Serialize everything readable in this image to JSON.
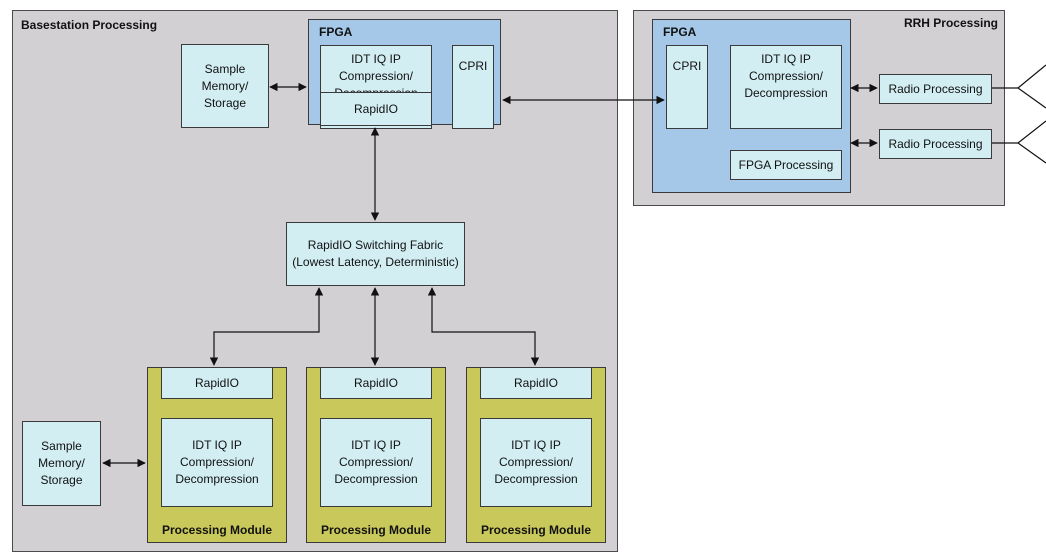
{
  "basestation": {
    "title": "Basestation Processing",
    "fpga": {
      "title": "FPGA",
      "iq": "IDT IQ IP\nCompression/\nDecompression",
      "cpri": "CPRI",
      "rapidio": "RapidIO"
    },
    "sample_memory": "Sample\nMemory/\nStorage",
    "switch": "RapidIO Switching Fabric\n(Lowest Latency, Deterministic)",
    "modules": [
      {
        "rapidio": "RapidIO",
        "iq": "IDT IQ IP\nCompression/\nDecompression",
        "label": "Processing Module"
      },
      {
        "rapidio": "RapidIO",
        "iq": "IDT IQ IP\nCompression/\nDecompression",
        "label": "Processing Module"
      },
      {
        "rapidio": "RapidIO",
        "iq": "IDT IQ IP\nCompression/\nDecompression",
        "label": "Processing Module"
      }
    ],
    "sample_memory_2": "Sample\nMemory/\nStorage"
  },
  "rrh": {
    "title": "RRH Processing",
    "fpga": {
      "title": "FPGA",
      "cpri": "CPRI",
      "iq": "IDT IQ IP\nCompression/\nDecompression",
      "fpga_processing": "FPGA Processing"
    },
    "radio_1": "Radio Processing",
    "radio_2": "Radio Processing"
  }
}
